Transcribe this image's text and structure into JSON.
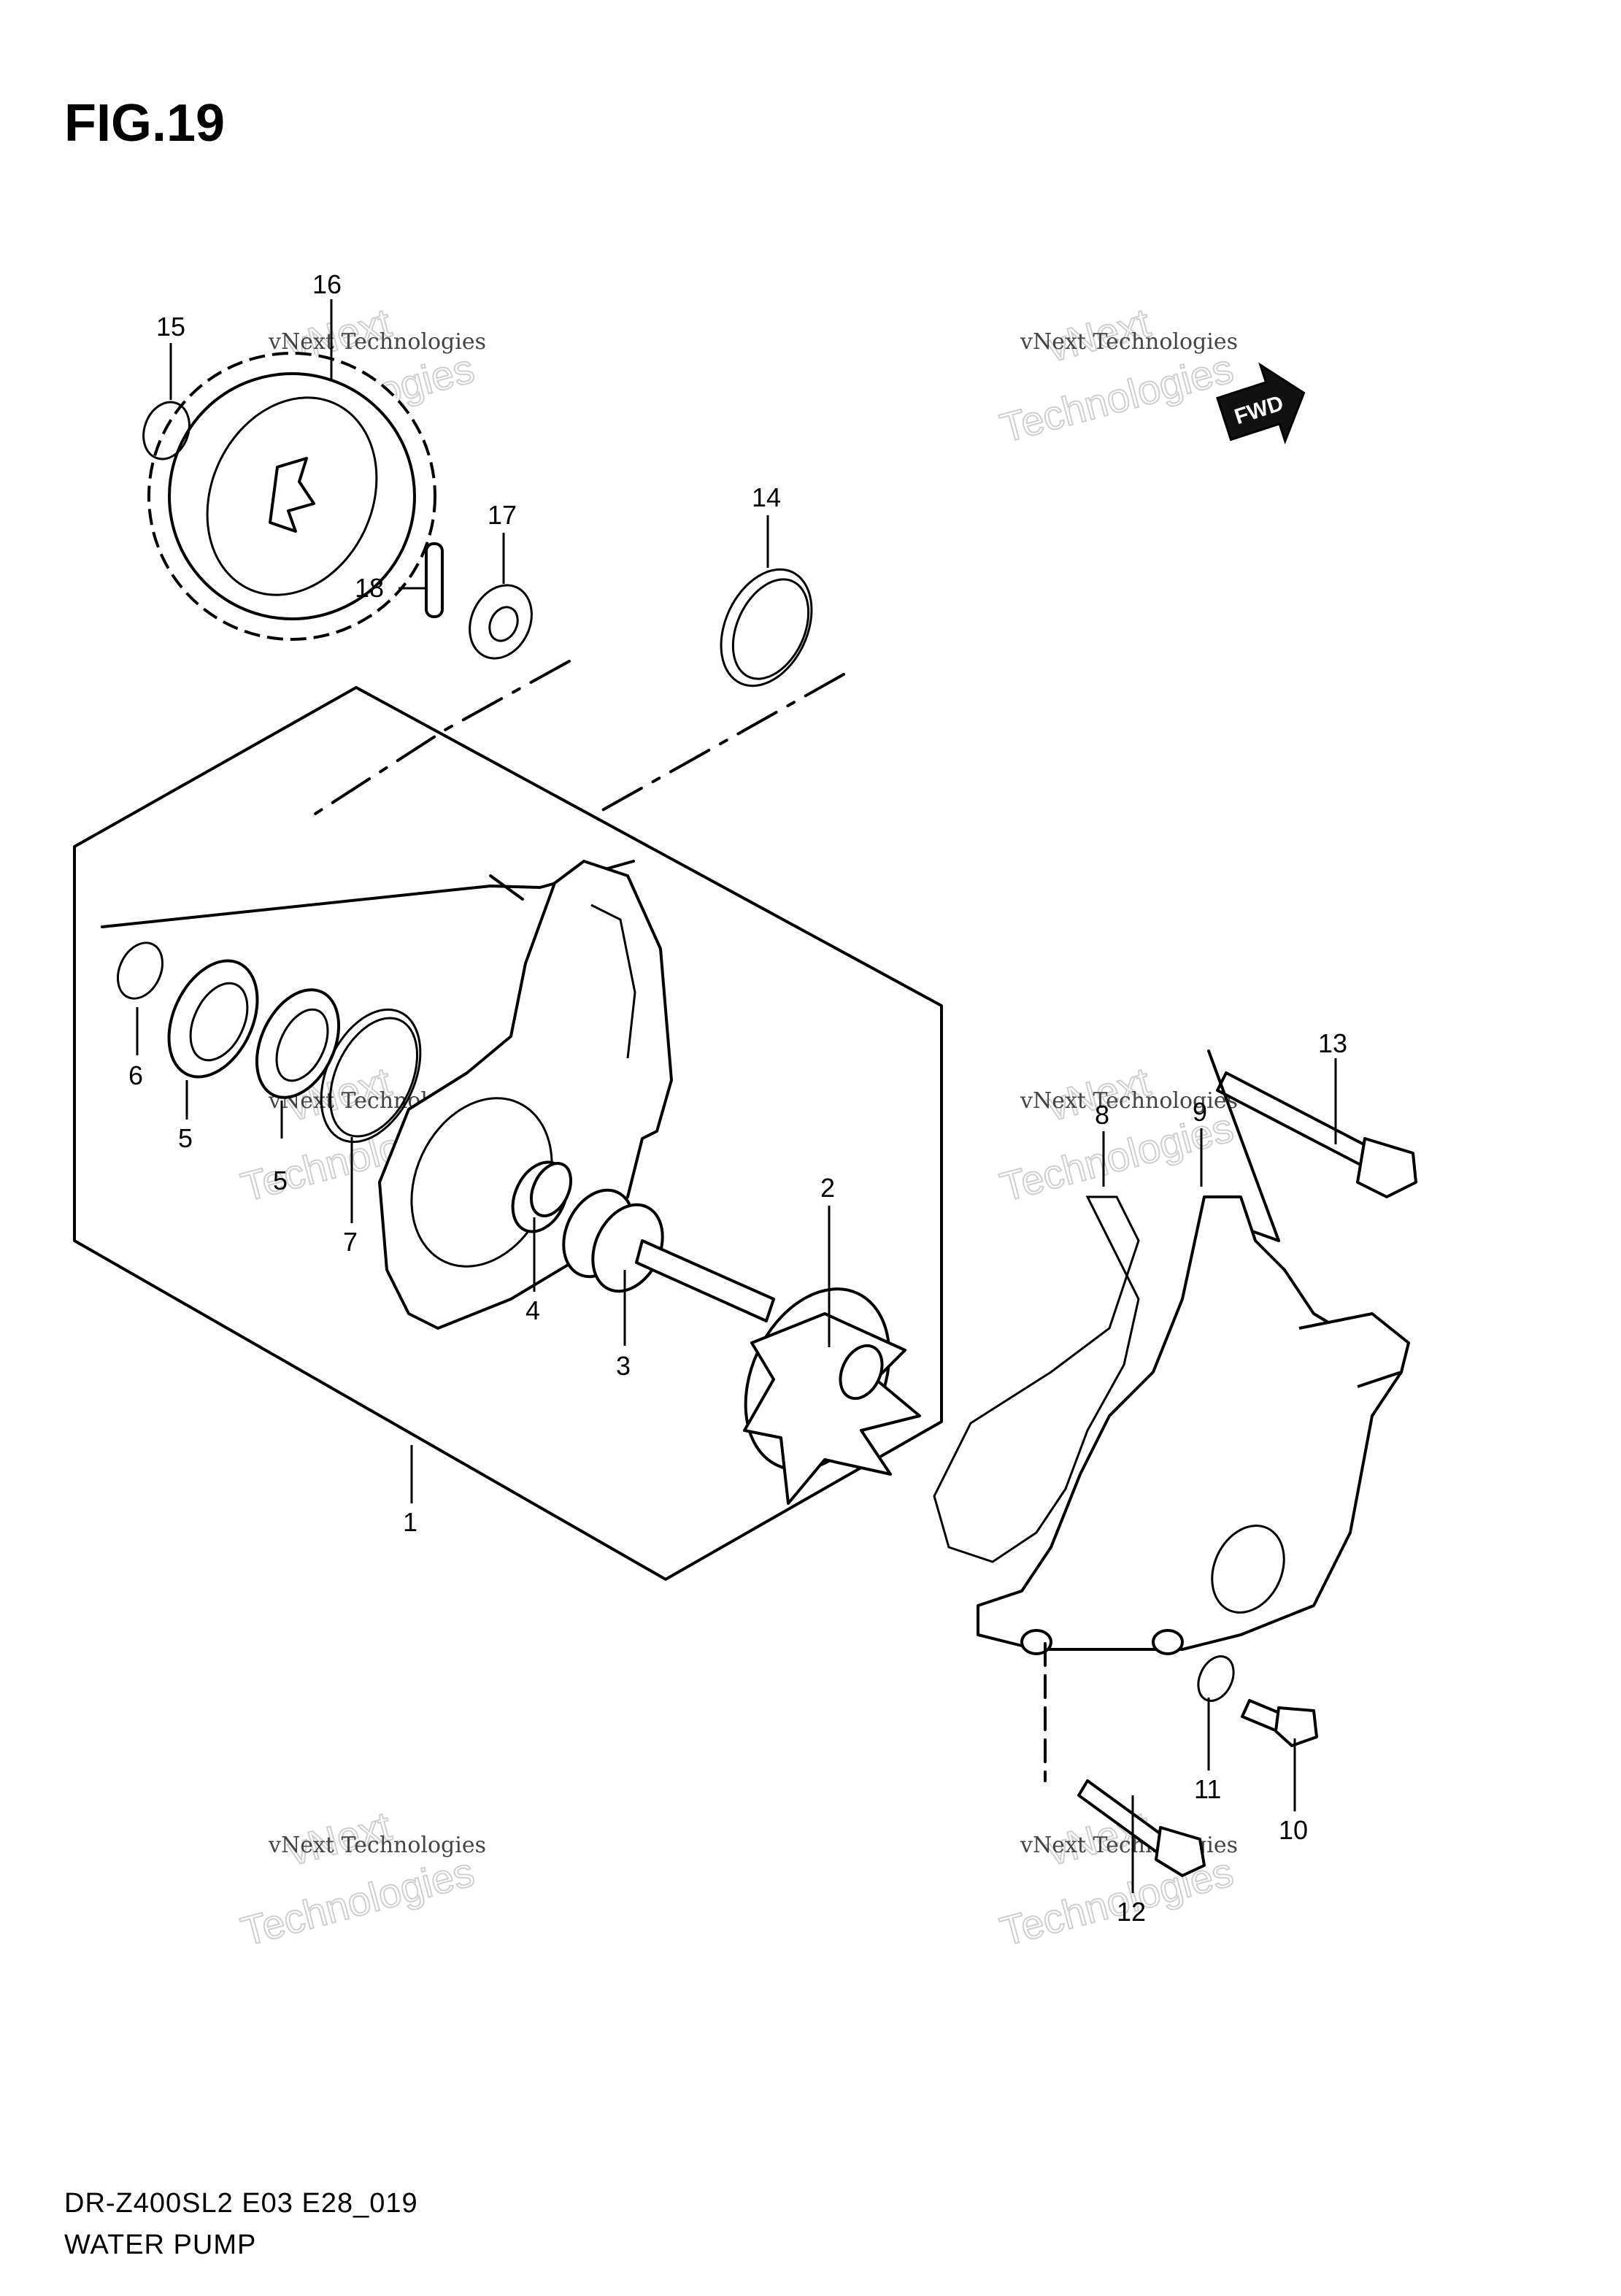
{
  "figure": {
    "title": "FIG.19",
    "model_code": "DR-Z400SL2 E03 E28_019",
    "section_name": "WATER PUMP"
  },
  "fwd_label": "FWD",
  "watermark": {
    "line1": "vNext Technologies",
    "line2": "vNext",
    "line3": "Technologies"
  },
  "callouts": {
    "c1": "1",
    "c2": "2",
    "c3": "3",
    "c4": "4",
    "c5a": "5",
    "c5b": "5",
    "c6": "6",
    "c7": "7",
    "c8": "8",
    "c9": "9",
    "c10": "10",
    "c11": "11",
    "c12": "12",
    "c13": "13",
    "c14": "14",
    "c15": "15",
    "c16": "16",
    "c17": "17",
    "c18": "18"
  }
}
